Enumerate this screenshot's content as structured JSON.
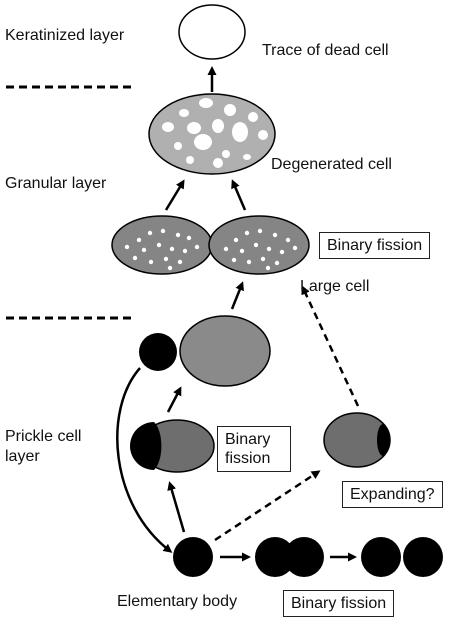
{
  "layers": {
    "keratinized": "Keratinized layer",
    "granular": "Granular layer",
    "prickle_line1": "Prickle cell",
    "prickle_line2": "layer"
  },
  "cells": {
    "dead": "Trace of dead cell",
    "degenerated": "Degenerated cell",
    "large": "Large cell",
    "elementary": "Elementary body"
  },
  "processes": {
    "binary_fission_granular": "Binary fission",
    "binary_fission_prickle_line1": "Binary",
    "binary_fission_prickle_line2": "fission",
    "expanding": "Expanding?",
    "binary_fission_elementary": "Binary fission"
  },
  "colors": {
    "dead_cell_fill": "#ffffff",
    "degenerated_cell_fill": "#b0b0b0",
    "large_cell_fill": "#858585",
    "prickle_cell_fill": "#8a8a8a",
    "nucleus_fill": "#000000",
    "vacuole_fill": "#ffffff",
    "line": "#000000"
  }
}
